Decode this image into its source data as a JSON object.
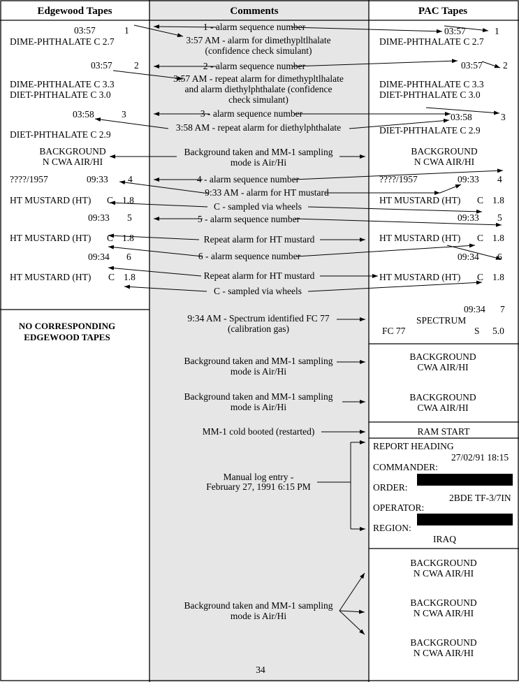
{
  "headers": {
    "left": "Edgewood Tapes",
    "middle": "Comments",
    "right": "PAC Tapes"
  },
  "comments": {
    "c1": "1 - alarm sequence number",
    "c2a": "3:57 AM - alarm for dimethypltlhalate",
    "c2b": "(confidence check simulant)",
    "c3": "2 - alarm sequence number",
    "c4a": "3:57 AM - repeat alarm for dimethypltlhalate",
    "c4b": "and alarm diethylphthalate (confidence",
    "c4c": "check simulant)",
    "c5": "3 - alarm sequence number",
    "c6": "3:58 AM - repeat alarm for diethylphthalate",
    "c7a": "Background taken and MM-1 sampling",
    "c7b": "mode is Air/Hi",
    "c8": "4 - alarm sequence number",
    "c9": "9:33 AM - alarm for HT mustard",
    "c10": "C - sampled via wheels",
    "c11": "5 - alarm sequence number",
    "c12": "Repeat alarm for HT mustard",
    "c13": "6 - alarm sequence number",
    "c14": "Repeat alarm for HT mustard",
    "c15": "C - sampled via wheels",
    "c16a": "9:34 AM - Spectrum identified FC 77",
    "c16b": "(calibration gas)",
    "c17a": "Background taken and MM-1 sampling",
    "c17b": "mode is Air/Hi",
    "c18a": "Background taken and MM-1 sampling",
    "c18b": "mode is Air/Hi",
    "c19": "MM-1 cold booted (restarted)",
    "c20a": "Manual log entry -",
    "c20b": "February 27, 1991 6:15 PM",
    "c21a": "Background taken and MM-1 sampling",
    "c21b": "mode is Air/Hi",
    "page": "34"
  },
  "left": {
    "t1": "03:57",
    "n1": "1",
    "d1": "DIME-PHTHALATE  C  2.7",
    "t2": "03:57",
    "n2": "2",
    "d2a": "DIME-PHTHALATE   C  3.3",
    "d2b": "DIET-PHTHALATE   C  3.0",
    "t3": "03:58",
    "n3": "3",
    "d3": "DIET-PHTHALATE  C  2.9",
    "bg1a": "BACKGROUND",
    "bg1b": "N CWA AIR/HI",
    "q4": "????/1957",
    "t4": "09:33",
    "n4": "4",
    "d4a": "HT MUSTARD (HT)",
    "d4b": "C",
    "d4c": "1.8",
    "t5": "09:33",
    "n5": "5",
    "d5a": "HT MUSTARD (HT)",
    "d5b": "C",
    "d5c": "1.8",
    "t6": "09:34",
    "n6": "6",
    "d6a": "HT MUSTARD (HT)",
    "d6b": "C",
    "d6c": "1.8",
    "nce1": "NO CORRESPONDING",
    "nce2": "EDGEWOOD TAPES"
  },
  "right": {
    "t1": "03:57",
    "n1": "1",
    "d1": "DIME-PHTHALATE   C  2.7",
    "t2": "03:57",
    "n2": "2",
    "d2a": "DIME-PHTHALATE   C  3.3",
    "d2b": "DIET-PHTHALATE   C  3.0",
    "t3": "03:58",
    "n3": "3",
    "d3": "DIET-PHTHALATE   C  2.9",
    "bg1a": "BACKGROUND",
    "bg1b": "N CWA AIR/HI",
    "q4": "????/1957",
    "t4": "09:33",
    "n4": "4",
    "d4a": "HT MUSTARD (HT)",
    "d4b": "C",
    "d4c": "1.8",
    "t5": "09:33",
    "n5": "5",
    "d5a": "HT MUSTARD (HT)",
    "d5b": "C",
    "d5c": "1.8",
    "t6": "09:34",
    "n6": "6",
    "d6a": "HT MUSTARD (HT)",
    "d6b": "C",
    "d6c": "1.8",
    "t7": "09:34",
    "n7": "7",
    "sp": "SPECTRUM",
    "fc": "FC  77",
    "s": "S",
    "sv": "5.0",
    "bg2a": "BACKGROUND",
    "bg2b": "CWA  AIR/HI",
    "bg3a": "BACKGROUND",
    "bg3b": "CWA  AIR/HI",
    "ram": "RAM START",
    "rh": "REPORT HEADING",
    "date": "27/02/91   18:15",
    "cmd": "COMMANDER:",
    "ord": "ORDER:",
    "ordv": "2BDE TF-3/7IN",
    "op": "OPERATOR:",
    "reg": "REGION:",
    "regv": "IRAQ",
    "bg4a": "BACKGROUND",
    "bg4b": "N CWA AIR/HI",
    "bg5a": "BACKGROUND",
    "bg5b": "N CWA AIR/HI",
    "bg6a": "BACKGROUND",
    "bg6b": "N CWA AIR/HI"
  }
}
